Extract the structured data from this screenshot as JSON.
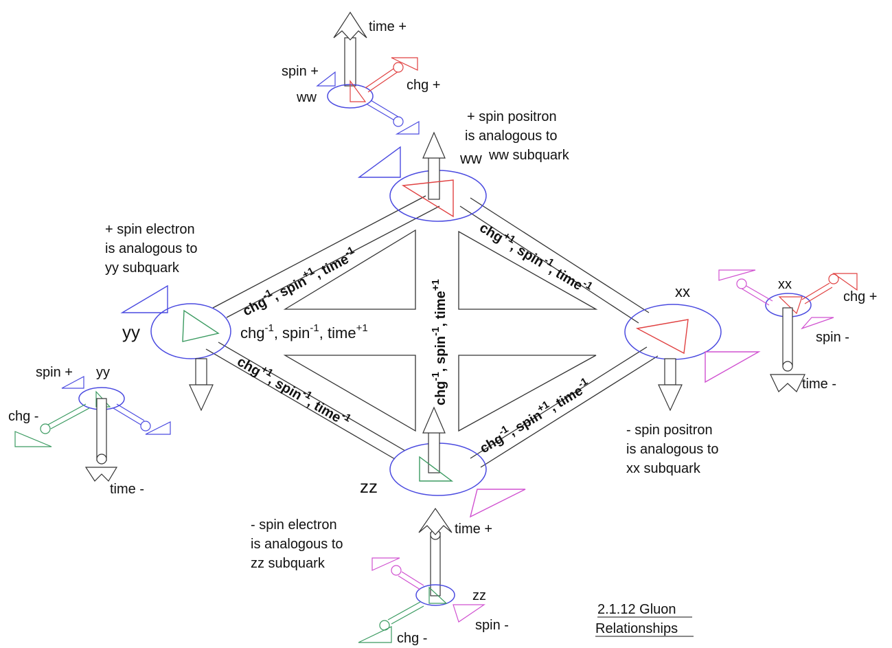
{
  "nodes": {
    "ww": {
      "label": "ww"
    },
    "yy": {
      "label": "yy"
    },
    "xx": {
      "label": "xx"
    },
    "zz": {
      "label": "zz"
    }
  },
  "captions": {
    "ww": [
      "+ spin positron",
      "is analogous to",
      "ww subquark"
    ],
    "yy": [
      "+ spin electron",
      "is analogous to",
      "yy subquark"
    ],
    "xx": [
      "- spin positron",
      "is analogous to",
      "xx subquark"
    ],
    "zz": [
      "- spin electron",
      "is analogous to",
      "zz subquark"
    ]
  },
  "edges": {
    "ww_yy": {
      "chg": "chg",
      "chg_exp": "-1",
      "spin": ", spin",
      "spin_exp": "+1",
      "time": ", time",
      "time_exp": "-1"
    },
    "ww_xx": {
      "chg": "chg",
      "chg_exp": "+1",
      "spin": ", spin",
      "spin_exp": "-1",
      "time": ", time",
      "time_exp": "-1"
    },
    "yy_zz": {
      "chg": "chg",
      "chg_exp": "+1",
      "spin": ", spin",
      "spin_exp": "-1",
      "time": ", time",
      "time_exp": "-1"
    },
    "zz_xx": {
      "chg": "chg",
      "chg_exp": "-1",
      "spin": ", spin",
      "spin_exp": "+1",
      "time": ", time",
      "time_exp": "-1"
    },
    "ww_zz": {
      "chg": "chg",
      "chg_exp": "-1",
      "spin": ", spin",
      "spin_exp": "-1",
      "time": ", time",
      "time_exp": "+1"
    },
    "yy_xx": {
      "chg": "chg",
      "chg_exp": "-1",
      "spin": ", spin",
      "spin_exp": "-1",
      "time": ", time",
      "time_exp": "+1"
    }
  },
  "axes_labels": {
    "time_plus": "time +",
    "time_minus": "time -",
    "spin_plus": "spin +",
    "spin_minus": "spin -",
    "chg_plus": "chg +",
    "chg_minus": "chg -"
  },
  "title": {
    "line1": "2.1.12 Gluon",
    "line2": "Relationships"
  },
  "colors": {
    "spin": "#4a4ae0",
    "chg_plus": "#e04040",
    "chg_minus": "#3a9a60",
    "xz": "#d050d0",
    "ellipse": "#4a4ae0"
  }
}
